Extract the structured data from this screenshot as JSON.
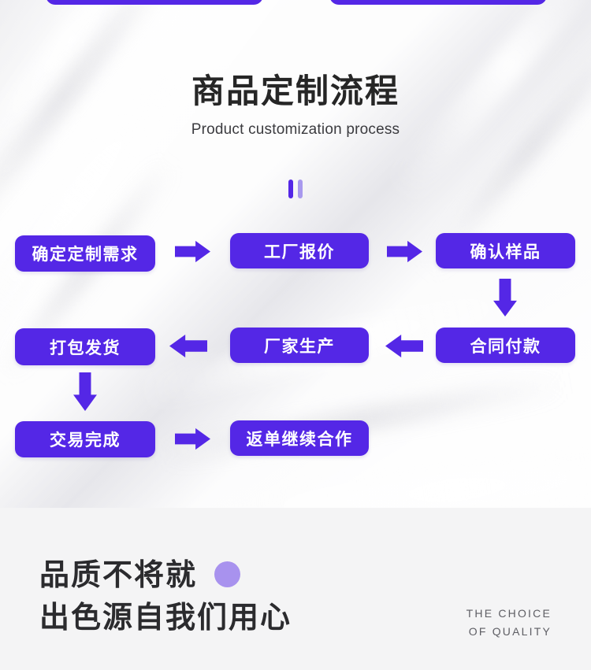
{
  "theme": {
    "accent": "#5427e6",
    "accent_light": "#a892ee",
    "page_bg": "#f4f4f5",
    "heading_color": "#262626",
    "node_text_color": "#ffffff"
  },
  "top_bleed": {
    "pill_left_label": "",
    "pill_right_label": ""
  },
  "heading": {
    "title_cn": "商品定制流程",
    "title_en": "Product customization process"
  },
  "divider": {
    "bar_dark_color": "#5427e6",
    "bar_light_color": "#a899ee"
  },
  "flow": {
    "nodes": [
      {
        "id": "n1",
        "label": "确定定制需求"
      },
      {
        "id": "n2",
        "label": "工厂报价"
      },
      {
        "id": "n3",
        "label": "确认样品"
      },
      {
        "id": "n4",
        "label": "打包发货"
      },
      {
        "id": "n5",
        "label": "厂家生产"
      },
      {
        "id": "n6",
        "label": "合同付款"
      },
      {
        "id": "n7",
        "label": "交易完成"
      },
      {
        "id": "n8",
        "label": "返单继续合作"
      }
    ],
    "connectors": [
      {
        "id": "a-r1",
        "direction": "right",
        "from": "n1",
        "to": "n2"
      },
      {
        "id": "a-r2",
        "direction": "right",
        "from": "n2",
        "to": "n3"
      },
      {
        "id": "a-d1",
        "direction": "down",
        "from": "n3",
        "to": "n6"
      },
      {
        "id": "a-l1",
        "direction": "left",
        "from": "n6",
        "to": "n5"
      },
      {
        "id": "a-l2",
        "direction": "left",
        "from": "n5",
        "to": "n4"
      },
      {
        "id": "a-d2",
        "direction": "down",
        "from": "n4",
        "to": "n7"
      },
      {
        "id": "a-r3",
        "direction": "right",
        "from": "n7",
        "to": "n8"
      }
    ]
  },
  "footer": {
    "slogan_line1": "品质不将就",
    "slogan_line2": "出色源自我们用心",
    "tagline_line1": "THE CHOICE",
    "tagline_line2": "OF QUALITY"
  }
}
